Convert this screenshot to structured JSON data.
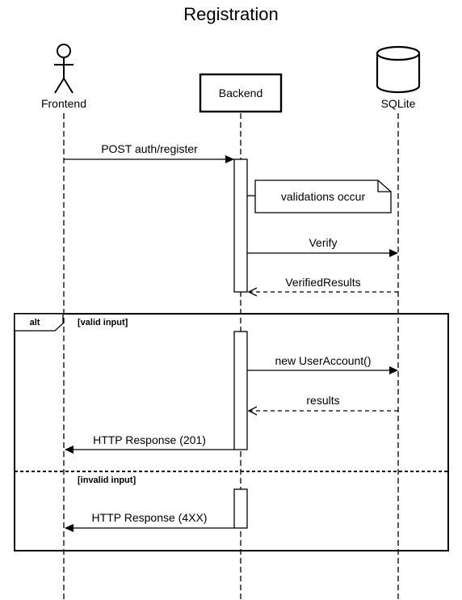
{
  "title": "Registration",
  "participants": {
    "frontend": "Frontend",
    "backend": "Backend",
    "sqlite": "SQLite"
  },
  "note": "validations occur",
  "messages": {
    "post_register": "POST auth/register",
    "verify": "Verify",
    "verified_results": "VerifiedResults",
    "new_user_account": "new UserAccount()",
    "results": "results",
    "response_201": "HTTP Response (201)",
    "response_4xx": "HTTP Response (4XX)"
  },
  "fragment": {
    "operator": "alt",
    "guard_valid": "[valid input]",
    "guard_invalid": "[invalid input]"
  }
}
